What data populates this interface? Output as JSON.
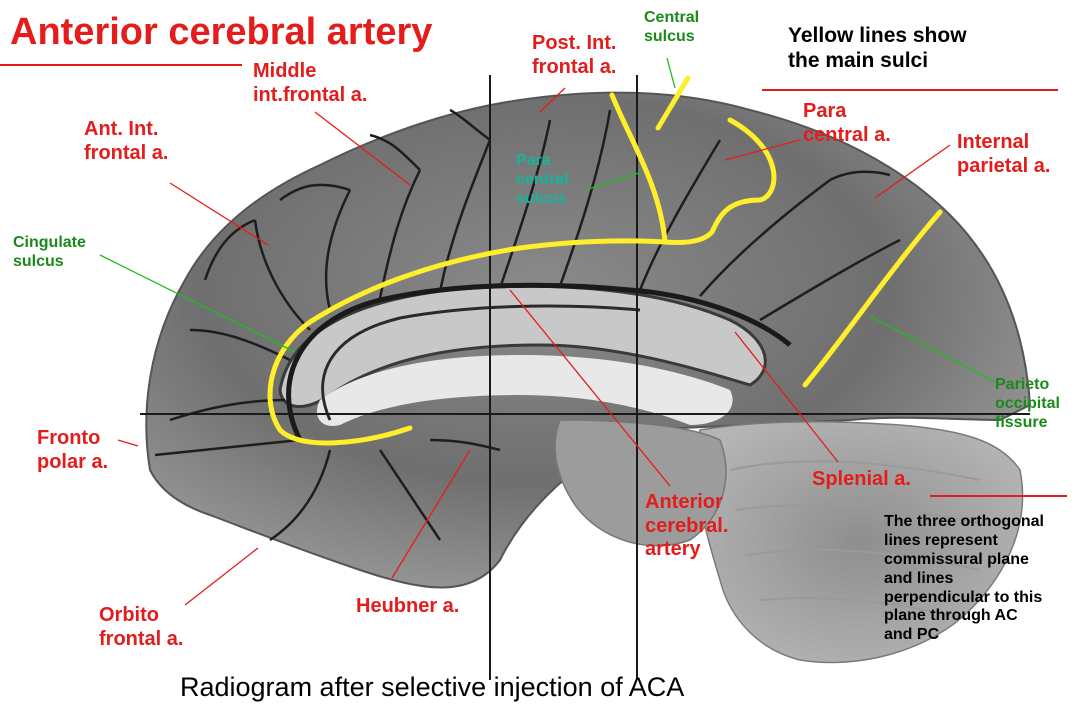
{
  "title": "Anterior cerebral artery",
  "caption": "Radiogram after selective injection of ACA",
  "notes": {
    "yellow_lines": [
      "Yellow lines show",
      "the main sulci"
    ],
    "orthogonal_lines": [
      "The three orthogonal",
      "lines represent",
      "commissural plane",
      "and lines",
      "perpendicular to this",
      "plane through AC",
      "and PC"
    ]
  },
  "artery_labels": {
    "middle_int_frontal": [
      "Middle",
      "int.frontal a."
    ],
    "post_int_frontal": [
      "Post. Int.",
      "frontal a."
    ],
    "ant_int_frontal": [
      "Ant. Int.",
      "frontal a."
    ],
    "para_central": [
      "Para",
      "central a."
    ],
    "internal_parietal": [
      "Internal",
      "parietal a."
    ],
    "fronto_polar": [
      "Fronto",
      "polar a."
    ],
    "splenial": [
      "Splenial a."
    ],
    "anterior_cerebral": [
      "Anterior",
      "cerebral.",
      "artery"
    ],
    "orbito_frontal": [
      "Orbito",
      "frontal a."
    ],
    "heubner": [
      "Heubner a."
    ]
  },
  "sulcus_labels": {
    "central_sulcus": [
      "Central",
      "sulcus"
    ],
    "para_central_sulcus": [
      "Para",
      "central",
      "sulcus"
    ],
    "cingulate_sulcus": [
      "Cingulate",
      "sulcus"
    ],
    "parieto_occipital_fissure": [
      "Parieto",
      "occipital",
      "fissure"
    ]
  },
  "colors": {
    "label_red": "#e41c1c",
    "label_green": "#1b8a1b",
    "label_teal": "#17b39a",
    "sulci_yellow": "#ffef2a"
  }
}
